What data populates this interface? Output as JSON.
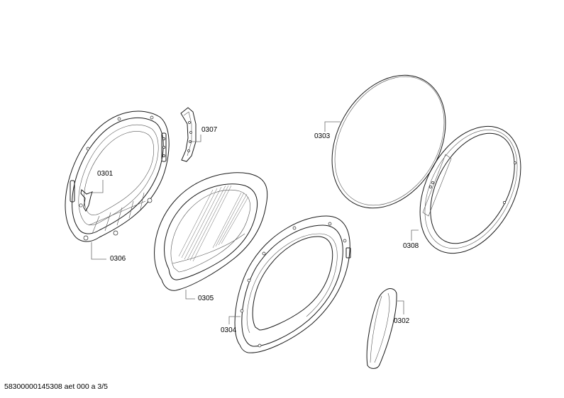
{
  "diagram": {
    "type": "exploded-parts-diagram",
    "subject": "dryer door assembly",
    "colors": {
      "line": "#1a1a1a",
      "leader": "#6b6b6b",
      "background": "#ffffff"
    },
    "parts": [
      {
        "id": "0301",
        "label": "0301",
        "name": "door hook / catch"
      },
      {
        "id": "0302",
        "label": "0302",
        "name": "door handle"
      },
      {
        "id": "0303",
        "label": "0303",
        "name": "outer door glass disc"
      },
      {
        "id": "0304",
        "label": "0304",
        "name": "outer door frame ring"
      },
      {
        "id": "0305",
        "label": "0305",
        "name": "inner door glass bowl"
      },
      {
        "id": "0306",
        "label": "0306",
        "name": "inner door frame"
      },
      {
        "id": "0307",
        "label": "0307",
        "name": "hinge"
      },
      {
        "id": "0308",
        "label": "0308",
        "name": "door trim ring"
      }
    ]
  },
  "footer": {
    "document_code": "58300000145308 aet 000 a 3/5"
  }
}
